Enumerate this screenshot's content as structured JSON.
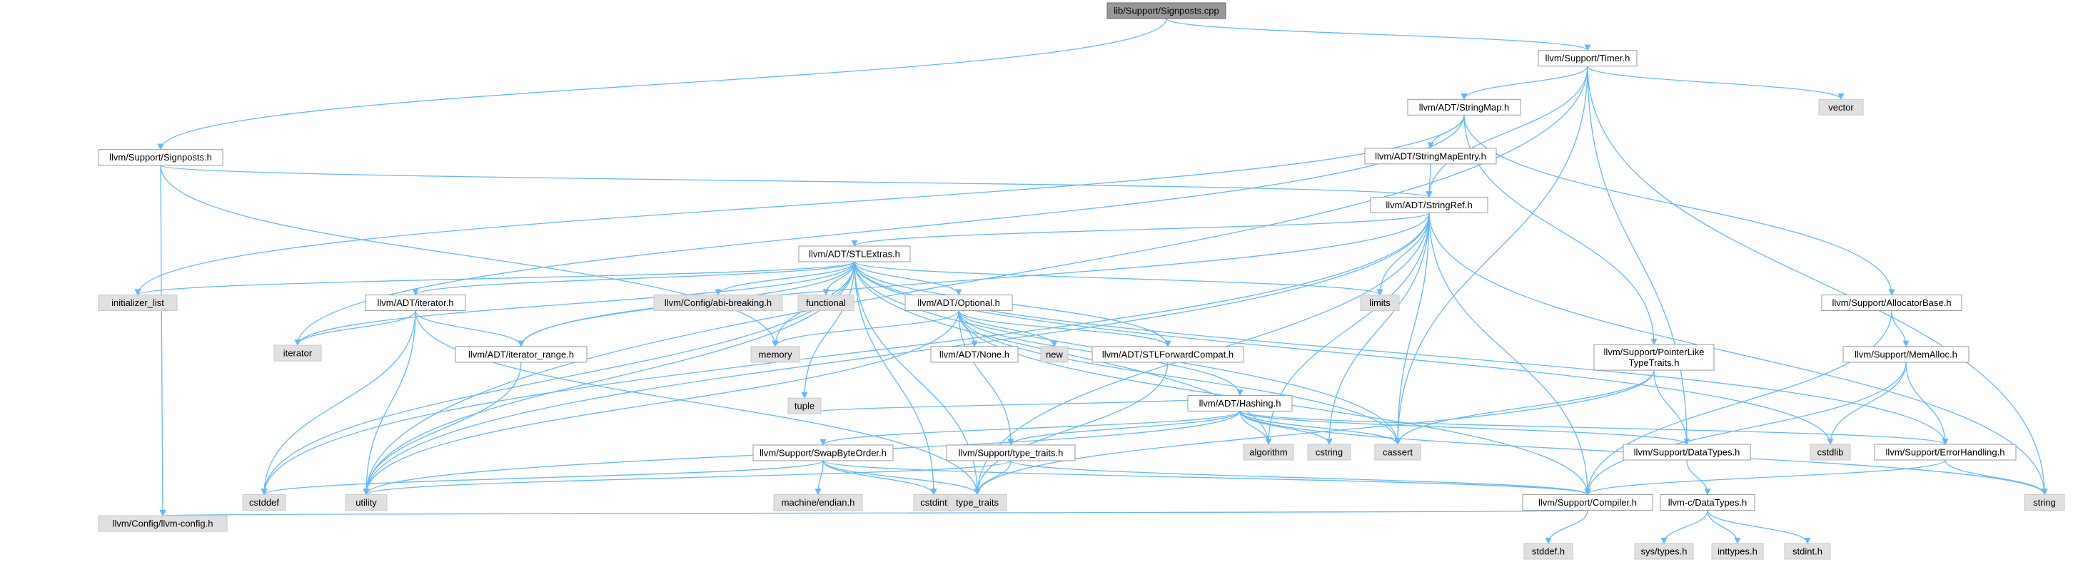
{
  "colors": {
    "edge": "#63b8ff",
    "edge_alt": "#a2a2a2",
    "node_fill": "#ffffff",
    "node_border": "#999999",
    "node_root_fill": "#999999",
    "node_root_border": "#666666",
    "node_system_fill": "#e0e0e0",
    "node_system_border": "#c8c8c8"
  },
  "nodes": [
    {
      "id": "signposts_cpp",
      "label": "lib/Support/Signposts.cpp",
      "kind": "root"
    },
    {
      "id": "timer_h",
      "label": "llvm/Support/Timer.h",
      "kind": "header"
    },
    {
      "id": "signposts_h",
      "label": "llvm/Support/Signposts.h",
      "kind": "header"
    },
    {
      "id": "vector",
      "label": "vector",
      "kind": "system"
    },
    {
      "id": "stringmap_h",
      "label": "llvm/ADT/StringMap.h",
      "kind": "header"
    },
    {
      "id": "stringmapentry_h",
      "label": "llvm/ADT/StringMapEntry.h",
      "kind": "header"
    },
    {
      "id": "stringref_h",
      "label": "llvm/ADT/StringRef.h",
      "kind": "header"
    },
    {
      "id": "stlextras_h",
      "label": "llvm/ADT/STLExtras.h",
      "kind": "header"
    },
    {
      "id": "initializer_list",
      "label": "initializer_list",
      "kind": "system"
    },
    {
      "id": "iterator_h",
      "label": "llvm/ADT/iterator.h",
      "kind": "header"
    },
    {
      "id": "iterator",
      "label": "iterator",
      "kind": "system"
    },
    {
      "id": "abi_breaking_h",
      "label": "llvm/Config/abi-breaking.h",
      "kind": "system"
    },
    {
      "id": "functional",
      "label": "functional",
      "kind": "system"
    },
    {
      "id": "memory",
      "label": "memory",
      "kind": "system"
    },
    {
      "id": "optional_h",
      "label": "llvm/ADT/Optional.h",
      "kind": "header"
    },
    {
      "id": "limits",
      "label": "limits",
      "kind": "system"
    },
    {
      "id": "allocatorbase_h",
      "label": "llvm/Support/AllocatorBase.h",
      "kind": "header"
    },
    {
      "id": "pointerlike_h",
      "label": "llvm/Support/PointerLike\nTypeTraits.h",
      "kind": "header"
    },
    {
      "id": "iterator_range_h",
      "label": "llvm/ADT/iterator_range.h",
      "kind": "header"
    },
    {
      "id": "none_h",
      "label": "llvm/ADT/None.h",
      "kind": "header"
    },
    {
      "id": "new",
      "label": "new",
      "kind": "system"
    },
    {
      "id": "stlforwardcompat_h",
      "label": "llvm/ADT/STLForwardCompat.h",
      "kind": "header"
    },
    {
      "id": "hashing_h",
      "label": "llvm/ADT/Hashing.h",
      "kind": "header"
    },
    {
      "id": "memalloc_h",
      "label": "llvm/Support/MemAlloc.h",
      "kind": "header"
    },
    {
      "id": "tuple",
      "label": "tuple",
      "kind": "system"
    },
    {
      "id": "swapbyteorder_h",
      "label": "llvm/Support/SwapByteOrder.h",
      "kind": "header"
    },
    {
      "id": "type_traits_h",
      "label": "llvm/Support/type_traits.h",
      "kind": "header"
    },
    {
      "id": "algorithm",
      "label": "algorithm",
      "kind": "system"
    },
    {
      "id": "cstring",
      "label": "cstring",
      "kind": "system"
    },
    {
      "id": "cassert",
      "label": "cassert",
      "kind": "system"
    },
    {
      "id": "datatypes_h",
      "label": "llvm/Support/DataTypes.h",
      "kind": "header"
    },
    {
      "id": "cstdlib",
      "label": "cstdlib",
      "kind": "system"
    },
    {
      "id": "errorhandling_h",
      "label": "llvm/Support/ErrorHandling.h",
      "kind": "header"
    },
    {
      "id": "cstddef",
      "label": "cstddef",
      "kind": "system"
    },
    {
      "id": "utility",
      "label": "utility",
      "kind": "system"
    },
    {
      "id": "cstdint",
      "label": "cstdint",
      "kind": "system"
    },
    {
      "id": "machine_endian_h",
      "label": "machine/endian.h",
      "kind": "system"
    },
    {
      "id": "type_traits",
      "label": "type_traits",
      "kind": "system"
    },
    {
      "id": "compiler_h",
      "label": "llvm/Support/Compiler.h",
      "kind": "header"
    },
    {
      "id": "c_datatypes_h",
      "label": "llvm-c/DataTypes.h",
      "kind": "header"
    },
    {
      "id": "string",
      "label": "string",
      "kind": "system"
    },
    {
      "id": "llvm_config_h",
      "label": "llvm/Config/llvm-config.h",
      "kind": "system"
    },
    {
      "id": "stddef_h",
      "label": "stddef.h",
      "kind": "system"
    },
    {
      "id": "sys_types_h",
      "label": "sys/types.h",
      "kind": "system"
    },
    {
      "id": "inttypes_h",
      "label": "inttypes.h",
      "kind": "system"
    },
    {
      "id": "stdint_h",
      "label": "stdint.h",
      "kind": "system"
    }
  ],
  "edges": [
    [
      "signposts_cpp",
      "timer_h"
    ],
    [
      "signposts_cpp",
      "signposts_h"
    ],
    [
      "timer_h",
      "stringmap_h"
    ],
    [
      "timer_h",
      "vector"
    ],
    [
      "timer_h",
      "stringref_h"
    ],
    [
      "timer_h",
      "cassert"
    ],
    [
      "timer_h",
      "datatypes_h"
    ],
    [
      "timer_h",
      "string"
    ],
    [
      "timer_h",
      "utility"
    ],
    [
      "signposts_h",
      "stringref_h"
    ],
    [
      "signposts_h",
      "memory"
    ],
    [
      "signposts_h",
      "llvm_config_h"
    ],
    [
      "stringmap_h",
      "stringmapentry_h"
    ],
    [
      "stringmap_h",
      "allocatorbase_h"
    ],
    [
      "stringmap_h",
      "pointerlike_h"
    ],
    [
      "stringmap_h",
      "initializer_list"
    ],
    [
      "stringmap_h",
      "iterator"
    ],
    [
      "stringmapentry_h",
      "stringref_h"
    ],
    [
      "stringref_h",
      "stlextras_h"
    ],
    [
      "stringref_h",
      "iterator_range_h"
    ],
    [
      "stringref_h",
      "compiler_h"
    ],
    [
      "stringref_h",
      "algorithm"
    ],
    [
      "stringref_h",
      "cassert"
    ],
    [
      "stringref_h",
      "cstddef"
    ],
    [
      "stringref_h",
      "cstring"
    ],
    [
      "stringref_h",
      "limits"
    ],
    [
      "stringref_h",
      "string"
    ],
    [
      "stringref_h",
      "type_traits"
    ],
    [
      "stringref_h",
      "utility"
    ],
    [
      "stlextras_h",
      "optional_h"
    ],
    [
      "stlextras_h",
      "stlforwardcompat_h"
    ],
    [
      "stlextras_h",
      "iterator_h"
    ],
    [
      "stlextras_h",
      "iterator_range_h"
    ],
    [
      "stlextras_h",
      "abi_breaking_h"
    ],
    [
      "stlextras_h",
      "errorhandling_h"
    ],
    [
      "stlextras_h",
      "algorithm"
    ],
    [
      "stlextras_h",
      "cassert"
    ],
    [
      "stlextras_h",
      "cstddef"
    ],
    [
      "stlextras_h",
      "cstdint"
    ],
    [
      "stlextras_h",
      "cstdlib"
    ],
    [
      "stlextras_h",
      "functional"
    ],
    [
      "stlextras_h",
      "initializer_list"
    ],
    [
      "stlextras_h",
      "iterator"
    ],
    [
      "stlextras_h",
      "limits"
    ],
    [
      "stlextras_h",
      "memory"
    ],
    [
      "stlextras_h",
      "tuple"
    ],
    [
      "stlextras_h",
      "type_traits"
    ],
    [
      "stlextras_h",
      "utility"
    ],
    [
      "optional_h",
      "hashing_h"
    ],
    [
      "optional_h",
      "none_h"
    ],
    [
      "optional_h",
      "stlforwardcompat_h"
    ],
    [
      "optional_h",
      "compiler_h"
    ],
    [
      "optional_h",
      "type_traits_h"
    ],
    [
      "optional_h",
      "cassert"
    ],
    [
      "optional_h",
      "memory"
    ],
    [
      "optional_h",
      "new"
    ],
    [
      "optional_h",
      "utility"
    ],
    [
      "hashing_h",
      "datatypes_h"
    ],
    [
      "hashing_h",
      "errorhandling_h"
    ],
    [
      "hashing_h",
      "swapbyteorder_h"
    ],
    [
      "hashing_h",
      "type_traits_h"
    ],
    [
      "hashing_h",
      "algorithm"
    ],
    [
      "hashing_h",
      "cassert"
    ],
    [
      "hashing_h",
      "cstring"
    ],
    [
      "hashing_h",
      "string"
    ],
    [
      "hashing_h",
      "tuple"
    ],
    [
      "hashing_h",
      "utility"
    ],
    [
      "iterator_h",
      "iterator_range_h"
    ],
    [
      "iterator_h",
      "cstddef"
    ],
    [
      "iterator_h",
      "iterator"
    ],
    [
      "iterator_h",
      "type_traits"
    ],
    [
      "iterator_h",
      "utility"
    ],
    [
      "iterator_range_h",
      "utility"
    ],
    [
      "stlforwardcompat_h",
      "type_traits"
    ],
    [
      "type_traits_h",
      "compiler_h"
    ],
    [
      "type_traits_h",
      "type_traits"
    ],
    [
      "type_traits_h",
      "utility"
    ],
    [
      "swapbyteorder_h",
      "compiler_h"
    ],
    [
      "swapbyteorder_h",
      "cstddef"
    ],
    [
      "swapbyteorder_h",
      "cstdint"
    ],
    [
      "swapbyteorder_h",
      "type_traits"
    ],
    [
      "swapbyteorder_h",
      "machine_endian_h"
    ],
    [
      "pointerlike_h",
      "datatypes_h"
    ],
    [
      "pointerlike_h",
      "cassert"
    ],
    [
      "pointerlike_h",
      "type_traits"
    ],
    [
      "allocatorbase_h",
      "compiler_h"
    ],
    [
      "allocatorbase_h",
      "memalloc_h"
    ],
    [
      "memalloc_h",
      "compiler_h"
    ],
    [
      "memalloc_h",
      "errorhandling_h"
    ],
    [
      "memalloc_h",
      "cstdlib"
    ],
    [
      "errorhandling_h",
      "compiler_h"
    ],
    [
      "errorhandling_h",
      "string"
    ],
    [
      "datatypes_h",
      "c_datatypes_h"
    ],
    [
      "c_datatypes_h",
      "inttypes_h"
    ],
    [
      "c_datatypes_h",
      "stdint_h"
    ],
    [
      "c_datatypes_h",
      "sys_types_h"
    ],
    [
      "compiler_h",
      "llvm_config_h"
    ],
    [
      "compiler_h",
      "stddef_h"
    ]
  ]
}
